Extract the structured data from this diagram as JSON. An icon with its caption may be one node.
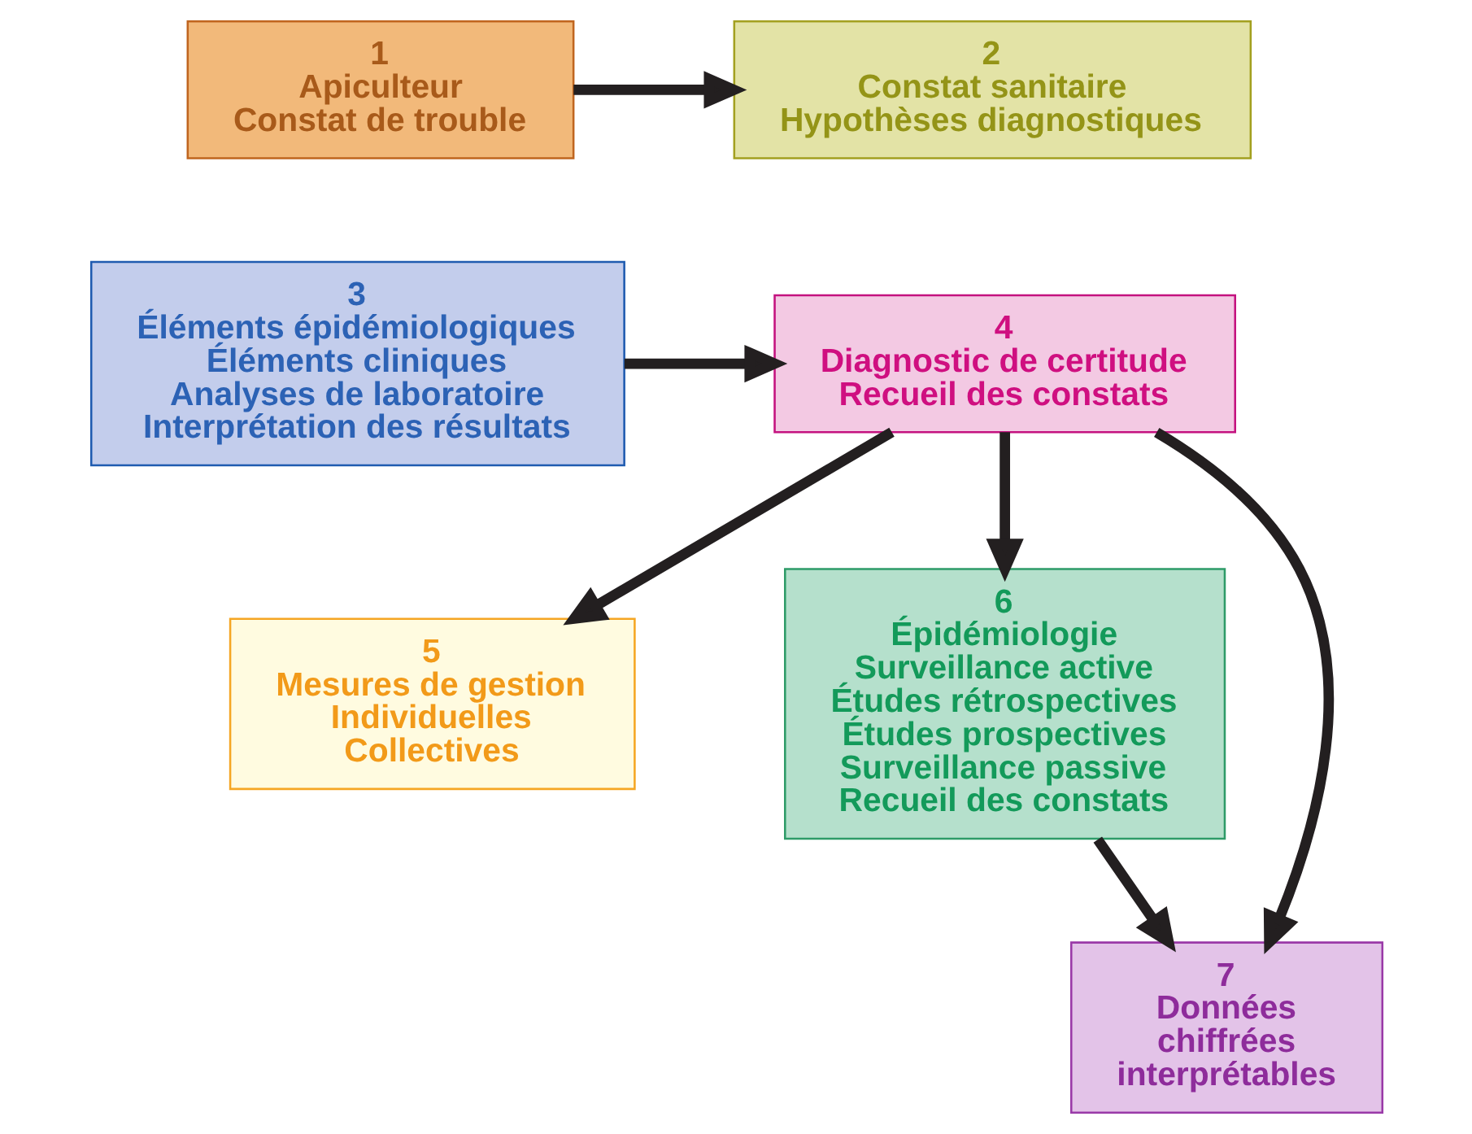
{
  "diagram": {
    "nodes": [
      {
        "text": [
          "1",
          "Apiculteur",
          "Constat de trouble"
        ]
      },
      {
        "text": [
          "2",
          "Constat sanitaire",
          "Hypothèses diagnostiques"
        ]
      },
      {
        "text": [
          "3",
          "Éléments épidémiologiques",
          "Éléments cliniques",
          "Analyses de laboratoire",
          "Interprétation des résultats"
        ]
      },
      {
        "text": [
          "4",
          "Diagnostic de certitude",
          "Recueil des constats"
        ]
      },
      {
        "text": [
          "5",
          "Mesures de gestion",
          "Individuelles",
          "Collectives"
        ]
      },
      {
        "text": [
          "6",
          "Épidémiologie",
          "Surveillance active",
          "Études rétrospectives",
          "Études prospectives",
          "Surveillance passive",
          "Recueil des constats"
        ]
      },
      {
        "text": [
          "7",
          "Données",
          "chiffrées",
          "interprétables"
        ]
      }
    ],
    "edges": [
      {
        "from": 0,
        "to": 1,
        "arrow": "to"
      },
      {
        "from": 2,
        "to": 3,
        "arrow": "to"
      },
      {
        "from": 3,
        "to": 5,
        "arrow": "to"
      },
      {
        "from": 3,
        "to": 4,
        "arrow": "to"
      },
      {
        "from": 3,
        "to": 6,
        "arrow": "to"
      },
      {
        "from": 5,
        "to": 6,
        "arrow": "to"
      }
    ]
  }
}
